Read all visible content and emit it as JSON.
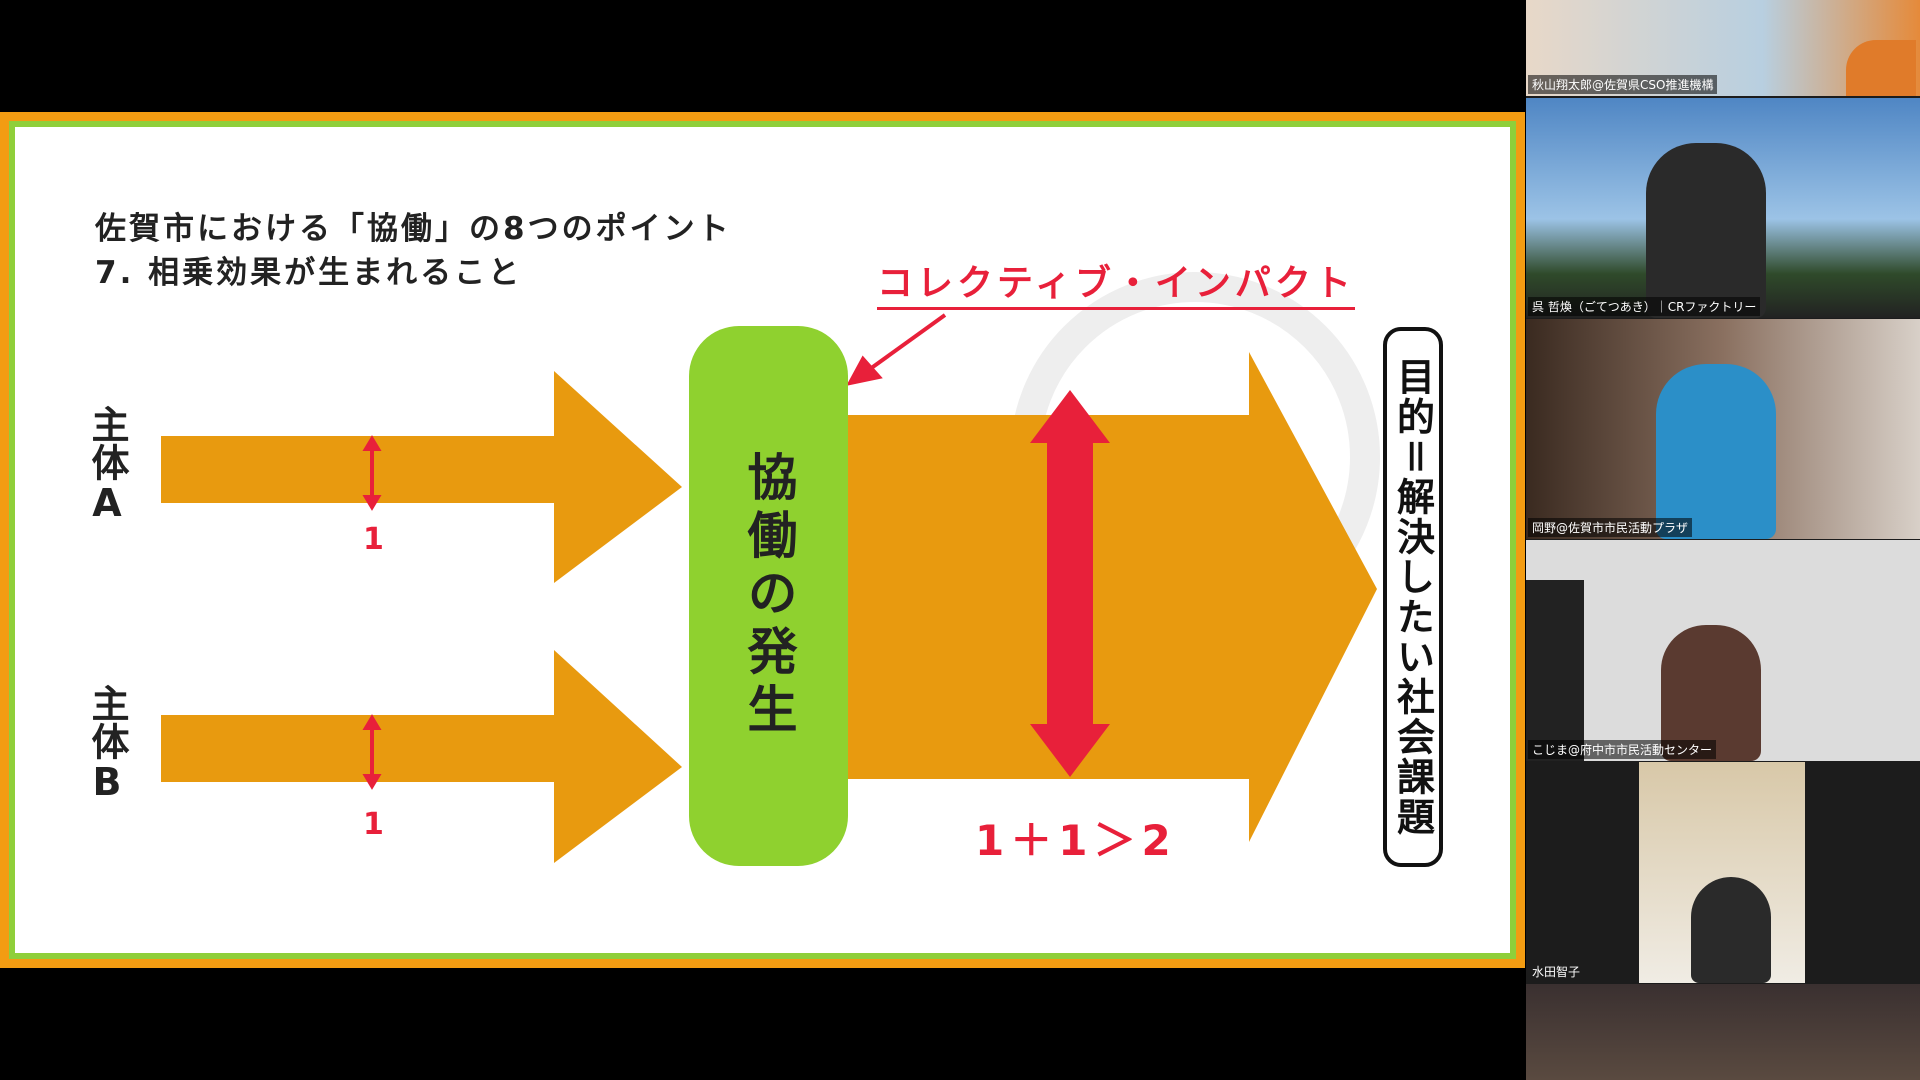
{
  "slide": {
    "title_line1": "佐賀市における「協働」の8つのポイント",
    "title_line2": "7. 相乗効果が生まれること",
    "collective_impact": "コレクティブ・インパクト",
    "actor_a": "主体A",
    "actor_b": "主体B",
    "value_a": "1",
    "value_b": "1",
    "collaboration": "協働の発生",
    "equation": "1＋1＞2",
    "purpose": "目的＝解決したい社会課題",
    "colors": {
      "orange": "#e89a0f",
      "green": "#8fd12f",
      "red": "#e8203a",
      "border_orange": "#f39c12",
      "border_green": "#8fcf3a"
    }
  },
  "participants": [
    {
      "name": "秋山翔太郎@佐賀県CSO推進機構"
    },
    {
      "name": "呉 哲煥（ごてつあき）｜CRファクトリー"
    },
    {
      "name": "岡野@佐賀市市民活動プラザ"
    },
    {
      "name": "こじま@府中市市民活動センター"
    },
    {
      "name": "水田智子"
    }
  ]
}
